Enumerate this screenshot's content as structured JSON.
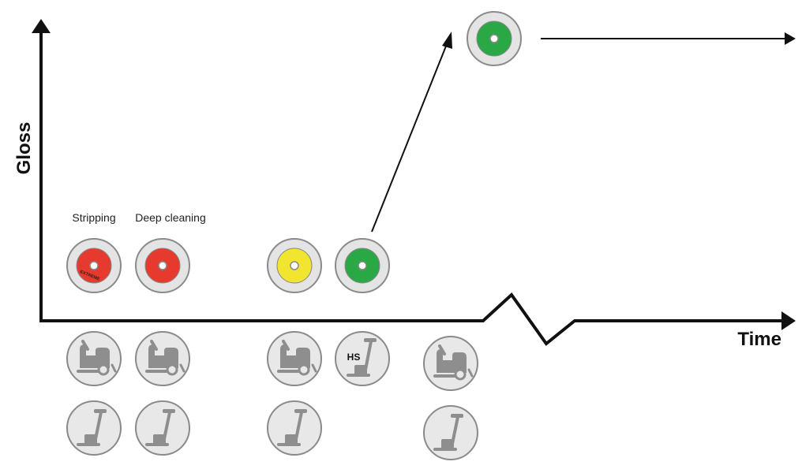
{
  "axes": {
    "y_label": "Gloss",
    "x_label": "Time"
  },
  "stage_labels": {
    "stripping": "Stripping",
    "deep_cleaning": "Deep cleaning"
  },
  "pads": [
    {
      "id": "stripping-pad",
      "color": "#e63a2e",
      "badge": "EXTREME"
    },
    {
      "id": "deep-cleaning-pad",
      "color": "#e63a2e"
    },
    {
      "id": "yellow-pad",
      "color": "#f2e530"
    },
    {
      "id": "green-pad",
      "color": "#2aa845"
    },
    {
      "id": "top-green-pad",
      "color": "#2aa845"
    }
  ],
  "machine_badges": {
    "high_speed": "HS"
  },
  "colors": {
    "axis": "#111111",
    "pad_disc": "#e4e4e4",
    "pad_outline": "#8a8a8a",
    "machine_icon": "#8e8e8e",
    "machine_disc": "#e8e8e8"
  }
}
